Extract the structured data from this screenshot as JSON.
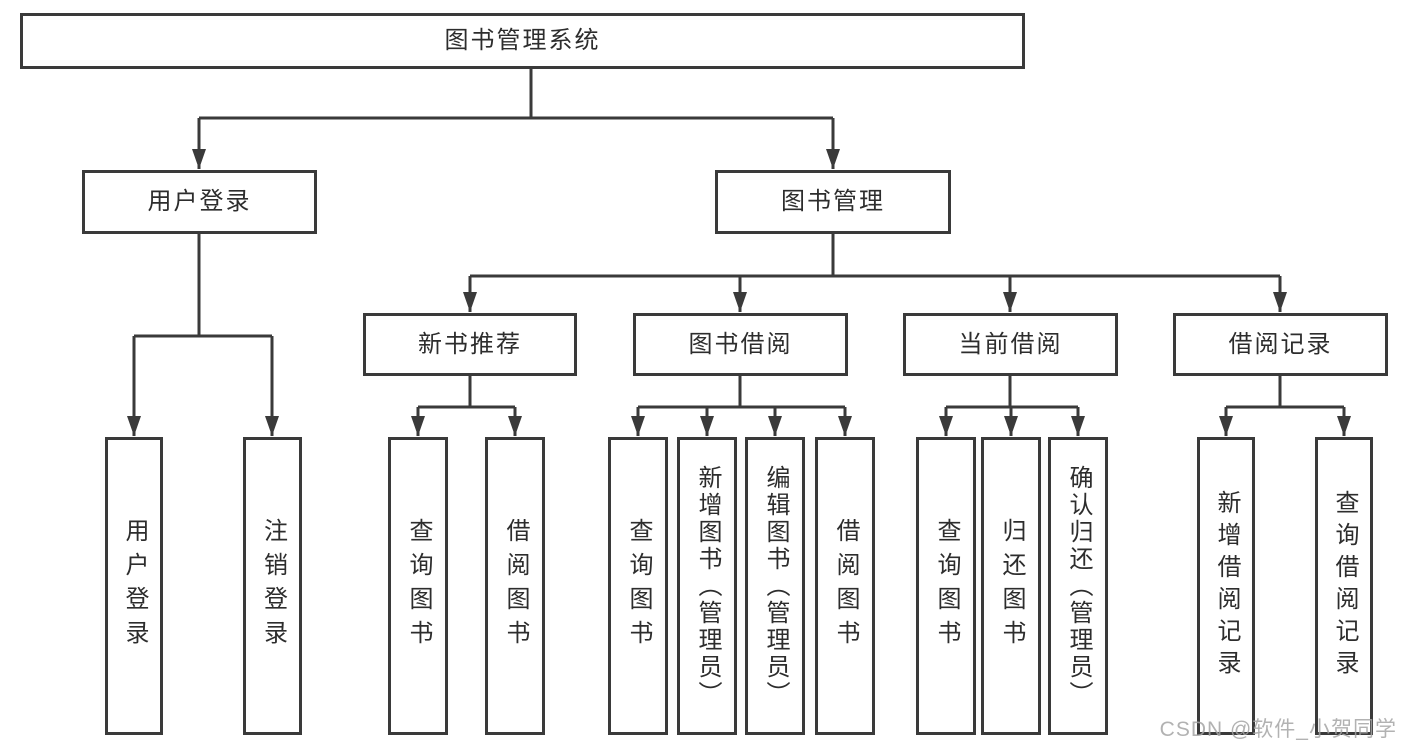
{
  "diagram": {
    "root": {
      "label": "图书管理系统"
    },
    "branches": {
      "user_login": {
        "label": "用户登录",
        "children": [
          "用户登录",
          "注销登录"
        ]
      },
      "book_management": {
        "label": "图书管理",
        "sections": {
          "new_book_recommend": {
            "label": "新书推荐",
            "children": [
              "查询图书",
              "借阅图书"
            ]
          },
          "book_borrow": {
            "label": "图书借阅",
            "children": [
              "查询图书",
              "新增图书（管理员）",
              "编辑图书（管理员）",
              "借阅图书"
            ]
          },
          "current_borrow": {
            "label": "当前借阅",
            "children": [
              "查询图书",
              "归还图书",
              "确认归还（管理员）"
            ]
          },
          "borrow_record": {
            "label": "借阅记录",
            "children": [
              "新增借阅记录",
              "查询借阅记录"
            ]
          }
        }
      }
    }
  },
  "watermark": {
    "text": "CSDN @软件_小贺同学"
  },
  "colors": {
    "line": "#3a3a3a",
    "text": "#2d2d2d",
    "background": "#ffffff",
    "watermark": "#a5a5a5"
  }
}
